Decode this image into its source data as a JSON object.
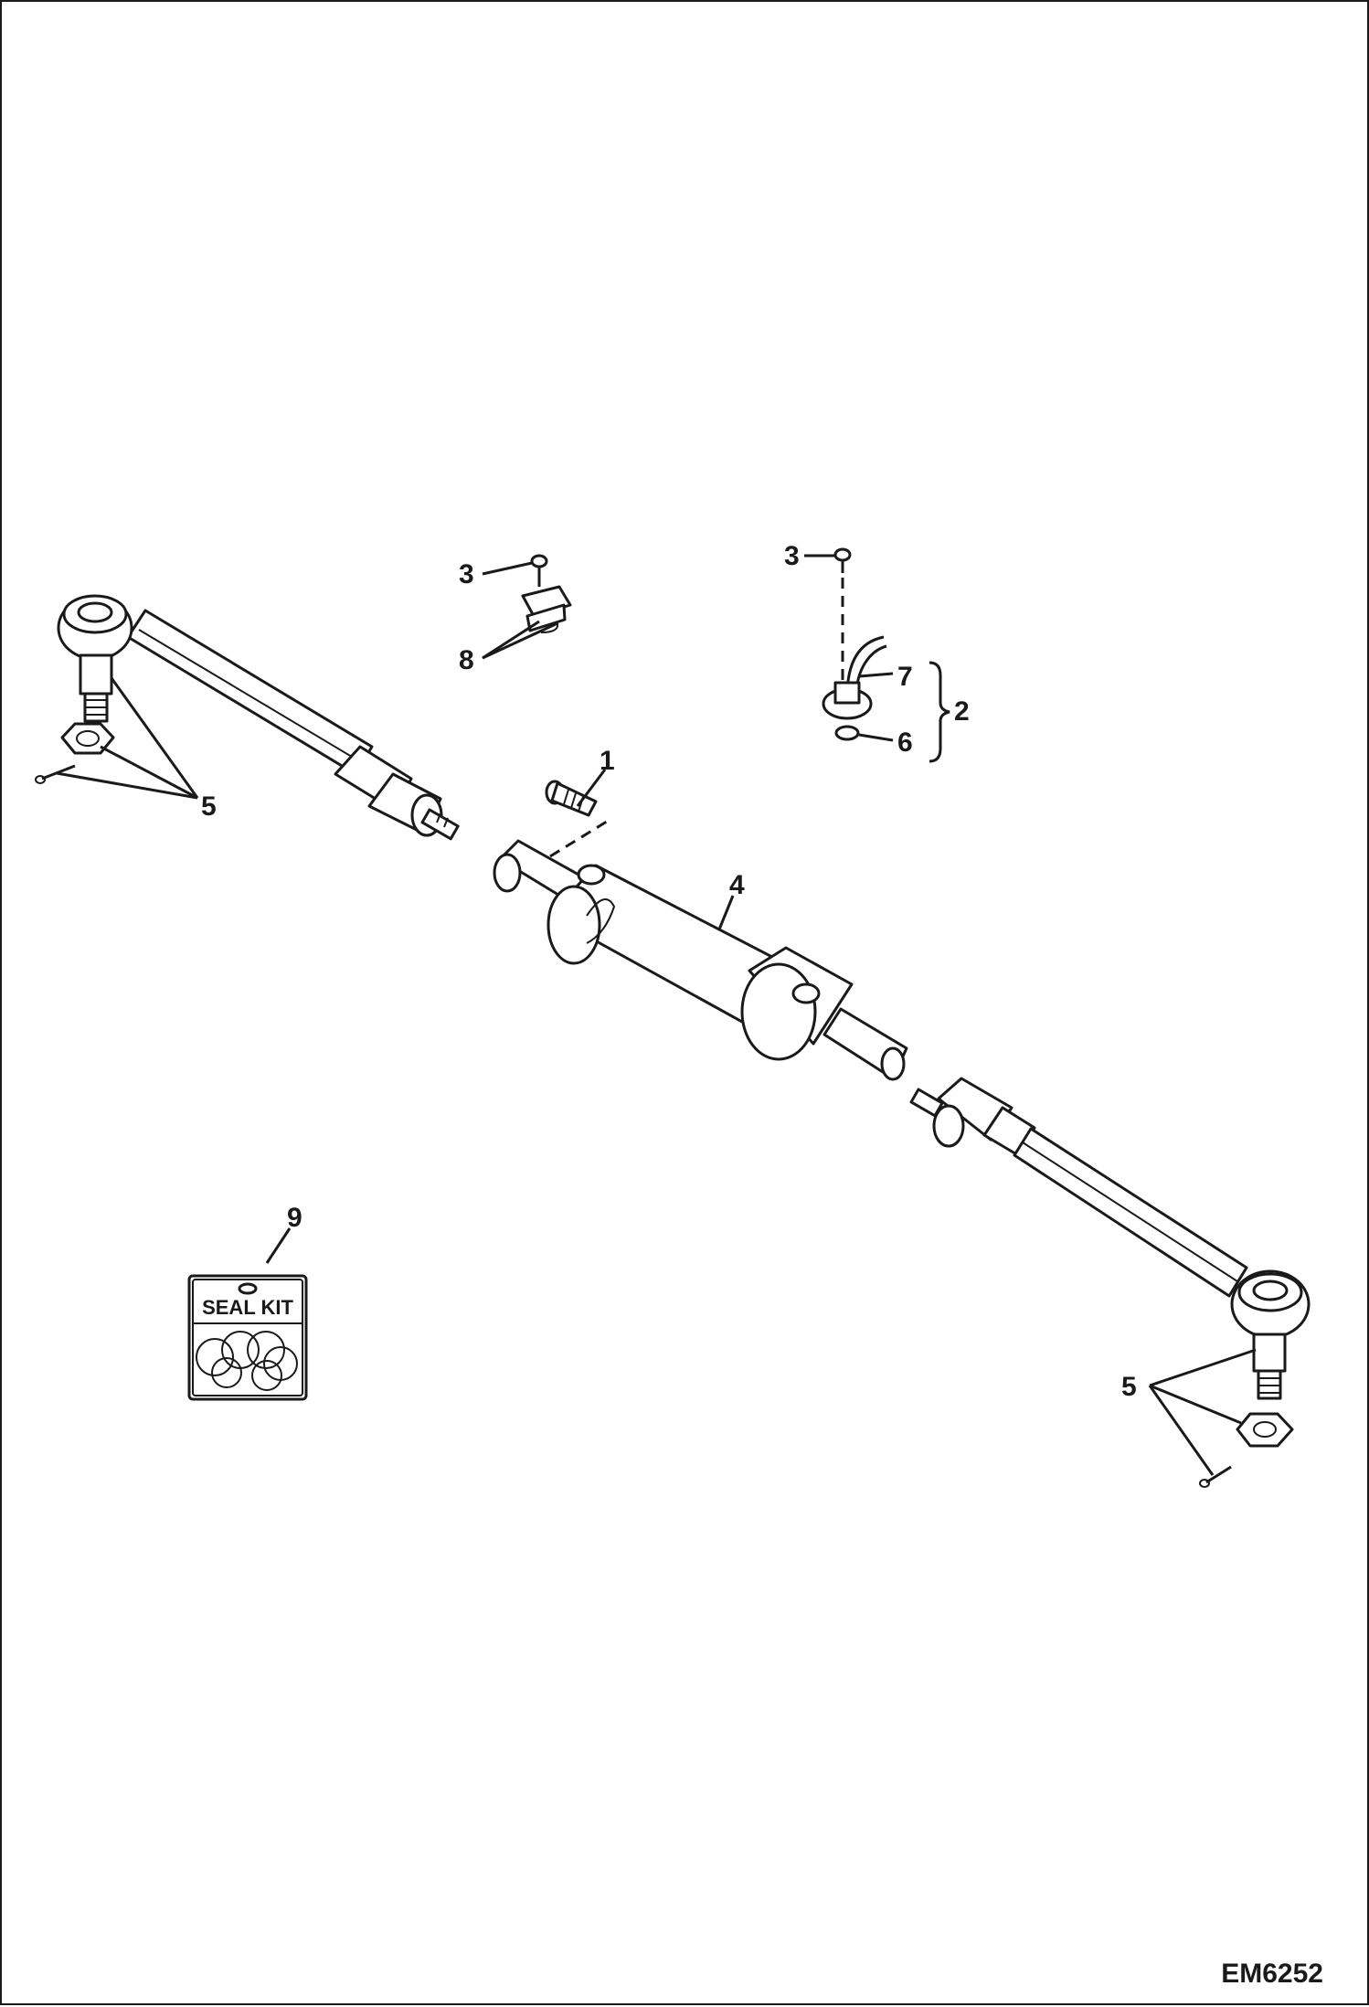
{
  "callouts": {
    "c1": "1",
    "c2": "2",
    "c3a": "3",
    "c3b": "3",
    "c4": "4",
    "c5a": "5",
    "c5b": "5",
    "c6": "6",
    "c7": "7",
    "c8": "8",
    "c9": "9"
  },
  "seal_kit": {
    "label": "SEAL KIT"
  },
  "figure_code": "EM6252"
}
